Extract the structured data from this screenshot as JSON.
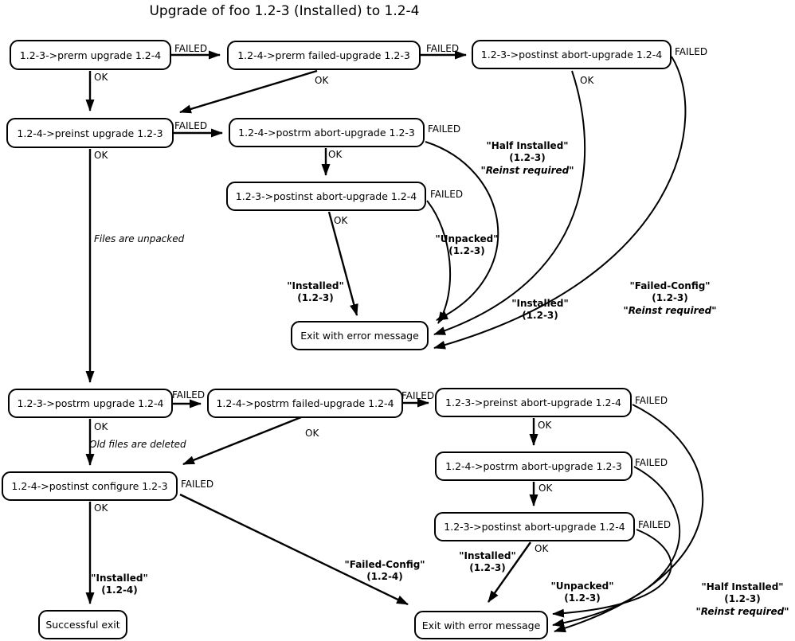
{
  "title": "Upgrade of foo 1.2-3 (Installed) to 1.2-4",
  "colors": {
    "ink": "#000000",
    "background": "#ffffff"
  },
  "labels": {
    "failed": "FAILED",
    "ok": "OK"
  },
  "nodes": {
    "prerm_upgrade": "1.2-3->prerm upgrade 1.2-4",
    "prerm_failed_upgrade": "1.2-4->prerm failed-upgrade 1.2-3",
    "postinst_abort_top": "1.2-3->postinst abort-upgrade 1.2-4",
    "preinst_upgrade": "1.2-4->preinst upgrade 1.2-3",
    "postrm_abort_mid": "1.2-4->postrm abort-upgrade 1.2-3",
    "postinst_abort_mid": "1.2-3->postinst abort-upgrade 1.2-4",
    "exit_error_upper": "Exit with error message",
    "postrm_upgrade": "1.2-3->postrm upgrade 1.2-4",
    "postrm_failed_upgrade": "1.2-4->postrm failed-upgrade 1.2-4",
    "preinst_abort": "1.2-3->preinst abort-upgrade 1.2-4",
    "postrm_abort_bottom": "1.2-4->postrm abort-upgrade 1.2-3",
    "postinst_configure": "1.2-4->postinst configure 1.2-3",
    "postinst_abort_bottom": "1.2-3->postinst abort-upgrade 1.2-4",
    "successful_exit": "Successful exit",
    "exit_error_lower": "Exit with error message"
  },
  "comments": {
    "files_unpacked": "Files are unpacked",
    "old_files_deleted": "Old files are deleted"
  },
  "states": {
    "half_installed_upper": {
      "l1": "\"Half Installed\"",
      "l2": "(1.2-3)",
      "l3": "\"Reinst required\""
    },
    "unpacked_upper": {
      "l1": "\"Unpacked\"",
      "l2": "(1.2-3)"
    },
    "installed_upper_left": {
      "l1": "\"Installed\"",
      "l2": "(1.2-3)"
    },
    "installed_upper_right": {
      "l1": "\"Installed\"",
      "l2": "(1.2-3)"
    },
    "failed_config_upper": {
      "l1": "\"Failed-Config\"",
      "l2": "(1.2-3)",
      "l3": "\"Reinst required\""
    },
    "installed_lower_left": {
      "l1": "\"Installed\"",
      "l2": "(1.2-4)"
    },
    "failed_config_lower": {
      "l1": "\"Failed-Config\"",
      "l2": "(1.2-4)"
    },
    "installed_lower_mid": {
      "l1": "\"Installed\"",
      "l2": "(1.2-3)"
    },
    "unpacked_lower": {
      "l1": "\"Unpacked\"",
      "l2": "(1.2-3)"
    },
    "half_installed_lower": {
      "l1": "\"Half Installed\"",
      "l2": "(1.2-3)",
      "l3": "\"Reinst required\""
    }
  }
}
